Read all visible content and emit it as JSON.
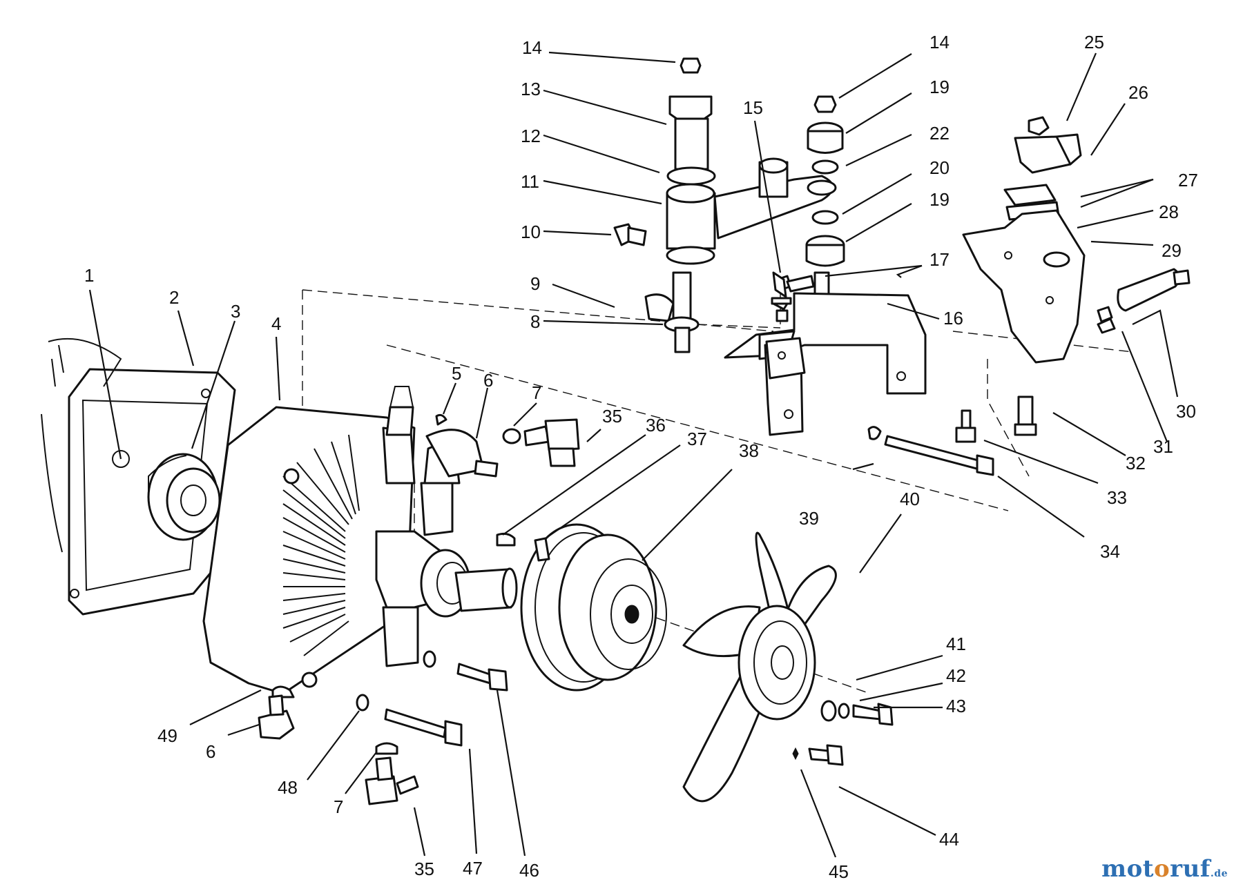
{
  "diagram": {
    "callouts": [
      {
        "label": "14"
      },
      {
        "label": "13"
      },
      {
        "label": "12"
      },
      {
        "label": "11"
      },
      {
        "label": "10"
      },
      {
        "label": "9"
      },
      {
        "label": "8"
      },
      {
        "label": "15"
      },
      {
        "label": "14"
      },
      {
        "label": "19"
      },
      {
        "label": "22"
      },
      {
        "label": "20"
      },
      {
        "label": "19"
      },
      {
        "label": "17"
      },
      {
        "label": "16"
      },
      {
        "label": "25"
      },
      {
        "label": "26"
      },
      {
        "label": "27"
      },
      {
        "label": "28"
      },
      {
        "label": "29"
      },
      {
        "label": "30"
      },
      {
        "label": "31"
      },
      {
        "label": "32"
      },
      {
        "label": "33"
      },
      {
        "label": "34"
      },
      {
        "label": "1"
      },
      {
        "label": "2"
      },
      {
        "label": "3"
      },
      {
        "label": "4"
      },
      {
        "label": "5"
      },
      {
        "label": "6"
      },
      {
        "label": "7"
      },
      {
        "label": "35"
      },
      {
        "label": "36"
      },
      {
        "label": "37"
      },
      {
        "label": "38"
      },
      {
        "label": "39"
      },
      {
        "label": "40"
      },
      {
        "label": "41"
      },
      {
        "label": "42"
      },
      {
        "label": "43"
      },
      {
        "label": "44"
      },
      {
        "label": "45"
      },
      {
        "label": "46"
      },
      {
        "label": "47"
      },
      {
        "label": "35"
      },
      {
        "label": "7"
      },
      {
        "label": "48"
      },
      {
        "label": "6"
      },
      {
        "label": "49"
      }
    ]
  },
  "watermark": {
    "part1": "mot",
    "part2": "o",
    "part3": "ruf",
    "tld": ".de"
  }
}
